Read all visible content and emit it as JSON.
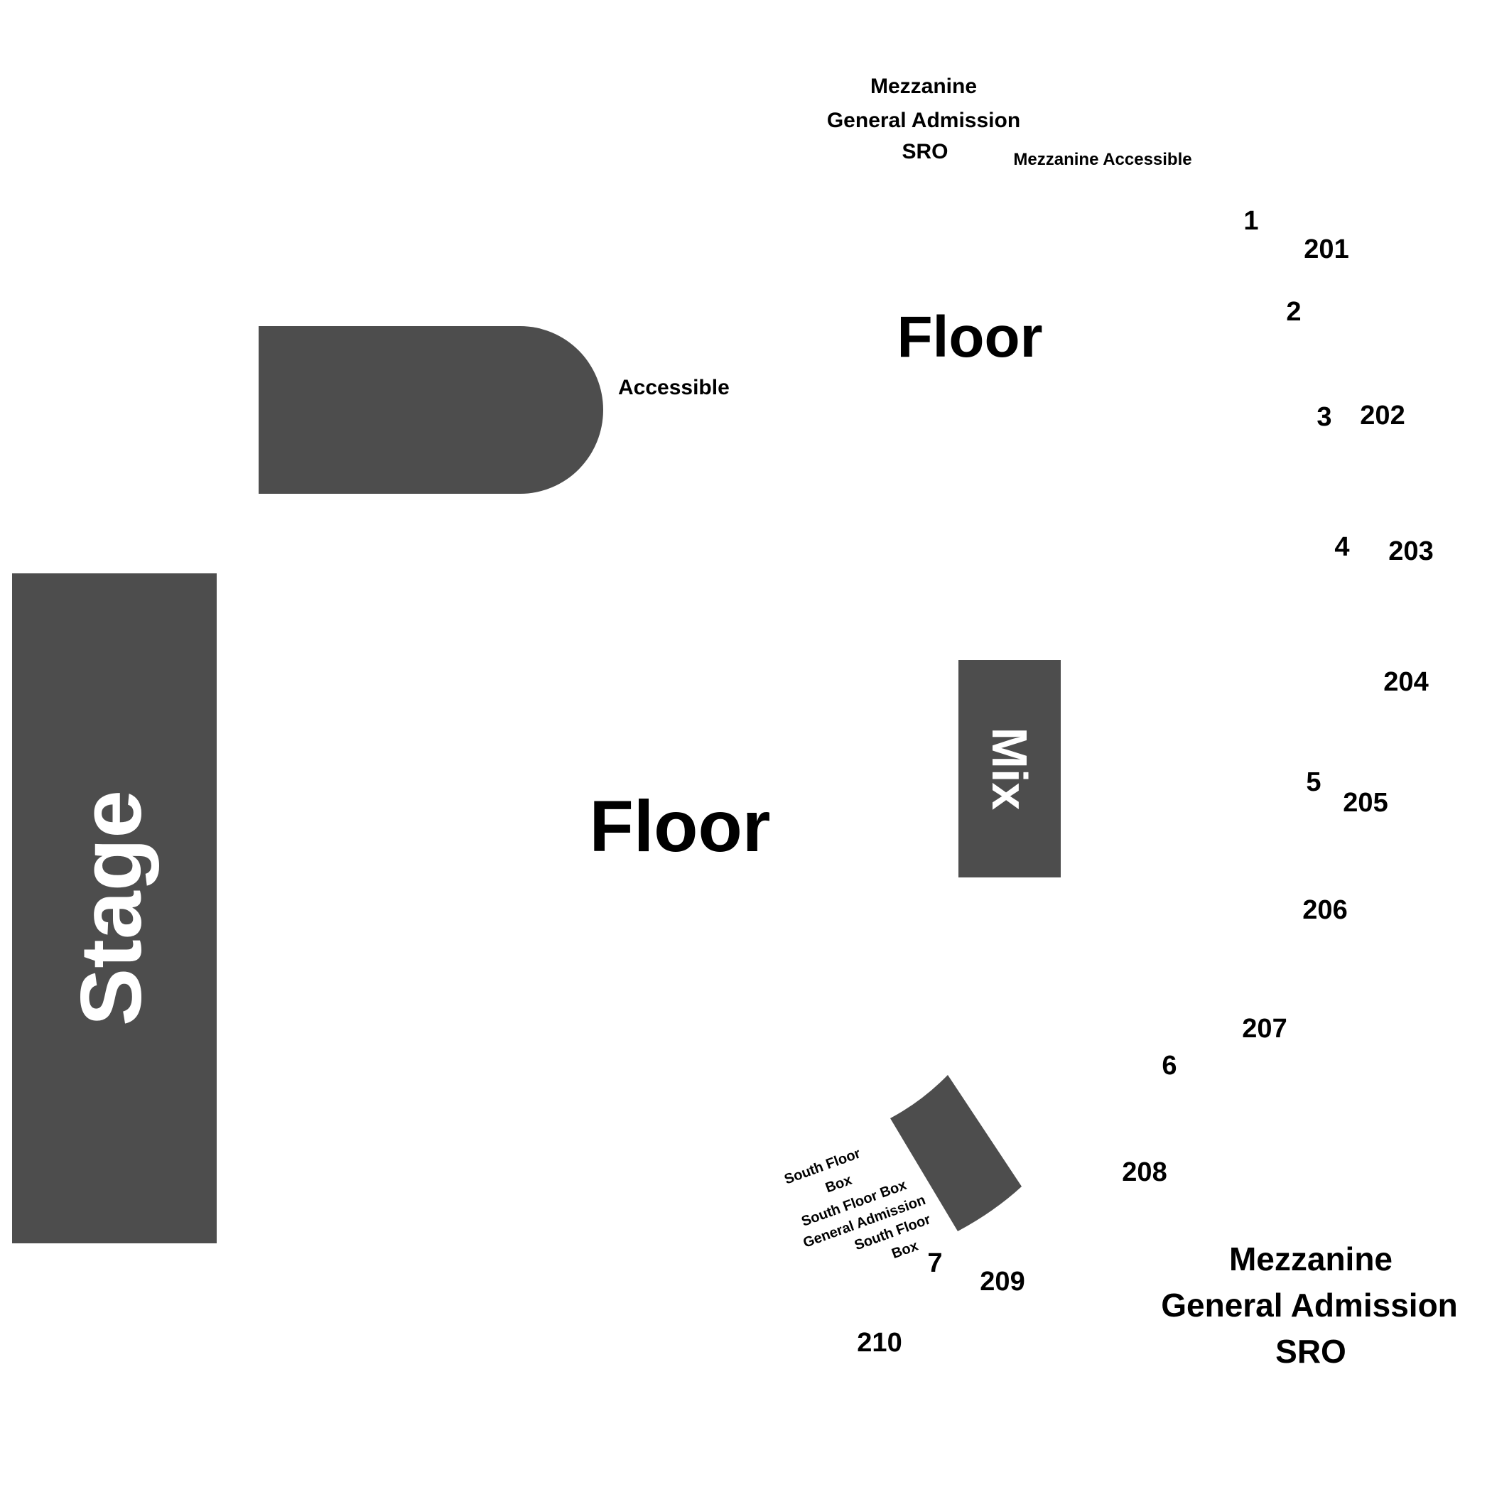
{
  "colors": {
    "background": "#ffffff",
    "shape": "#4d4d4d",
    "text": "#000000",
    "shape_text": "#ffffff"
  },
  "stage": {
    "label": "Stage"
  },
  "mix": {
    "label": "Mix"
  },
  "floor": {
    "upper_label": "Floor",
    "main_label": "Floor"
  },
  "accessible": {
    "label": "Accessible"
  },
  "mezzanine_top": {
    "line1": "Mezzanine",
    "line2": "General Admission",
    "line3": "SRO",
    "accessible_label": "Mezzanine Accessible"
  },
  "mezzanine_bottom": {
    "line1": "Mezzanine",
    "line2": "General Admission",
    "line3": "SRO"
  },
  "south_floor_box": {
    "line1": "South Floor",
    "line2": "Box",
    "line3": "South Floor Box",
    "line4": "General Admission",
    "line5": "South Floor",
    "line6": "Box"
  },
  "box_numbers": [
    "1",
    "2",
    "3",
    "4",
    "5",
    "6",
    "7"
  ],
  "sections": [
    "201",
    "202",
    "203",
    "204",
    "205",
    "206",
    "207",
    "208",
    "209",
    "210"
  ]
}
